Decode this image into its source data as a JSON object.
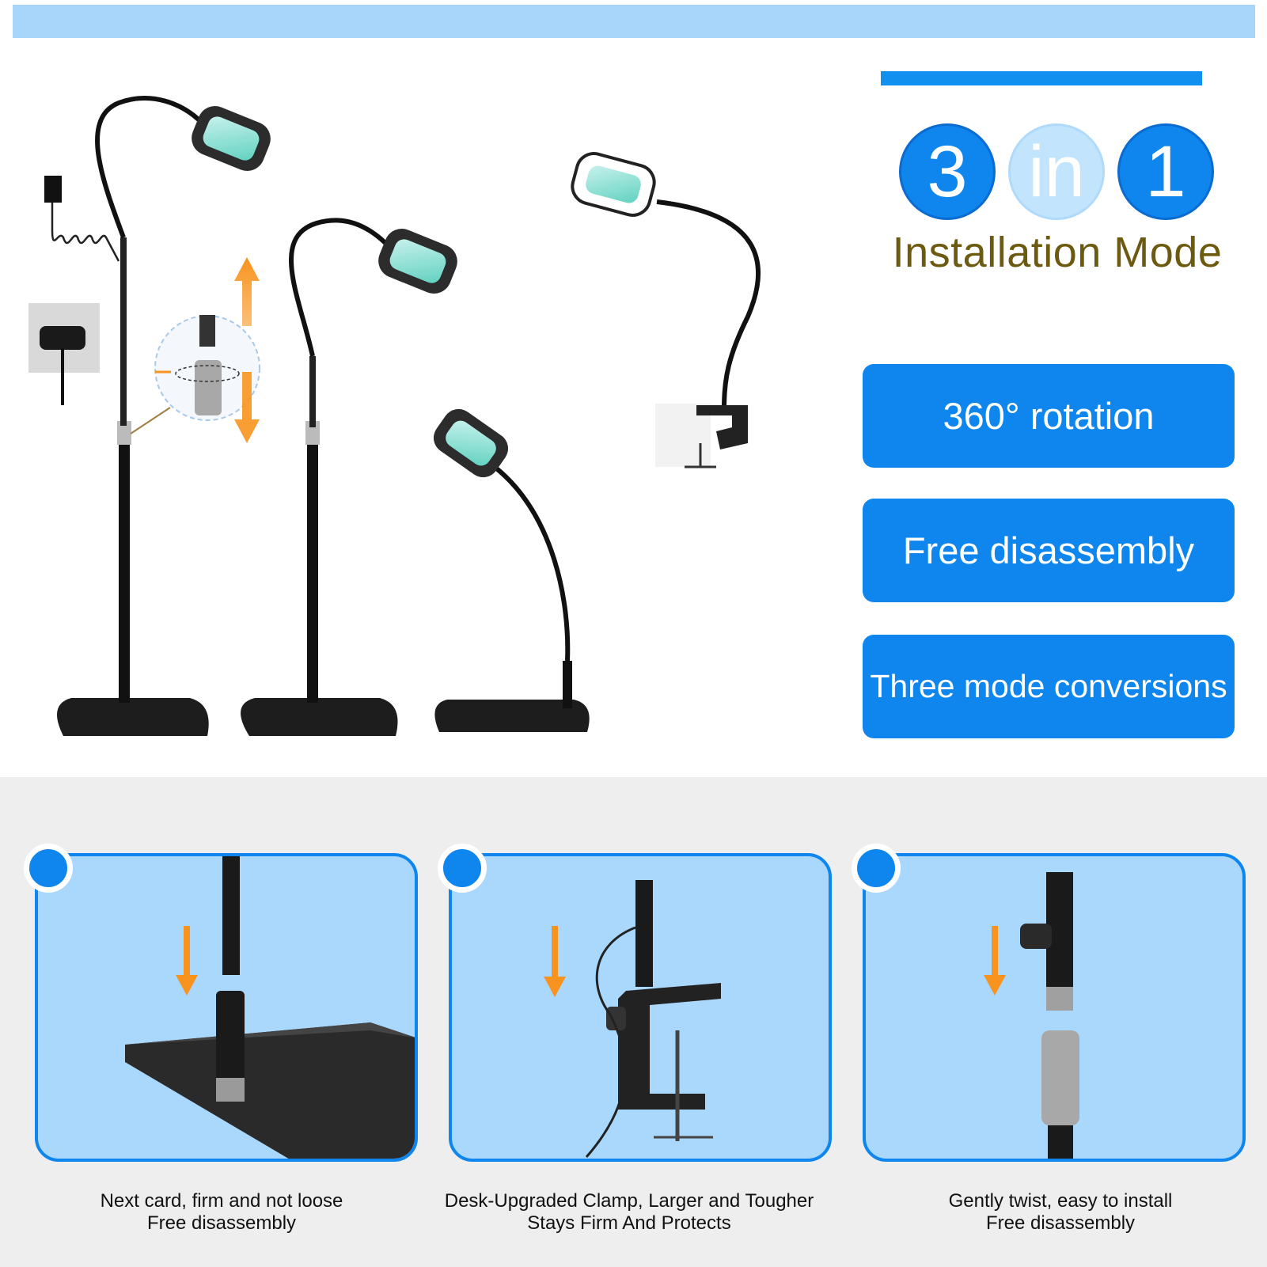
{
  "hero": {
    "badges": [
      "3",
      "in",
      "1"
    ],
    "subtitle": "Installation Mode"
  },
  "features": [
    {
      "label": "360° rotation"
    },
    {
      "label": "Free disassembly"
    },
    {
      "label": "Three mode conversions"
    }
  ],
  "panels": [
    {
      "line1": "Next card, firm and not loose",
      "line2": "Free disassembly"
    },
    {
      "line1": "Desk-Upgraded Clamp, Larger and Tougher",
      "line2": "Stays Firm And Protects"
    },
    {
      "line1": "Gently twist, easy to install",
      "line2": "Free disassembly"
    }
  ],
  "colors": {
    "accent": "#0f86ee",
    "light_blue": "#aad7fc",
    "subtitle": "#6c5a10",
    "arrow": "#f7931e"
  },
  "icons": [
    "magnifier-lamp-icon",
    "arrow-up-down-icon",
    "desk-clamp-icon",
    "arrow-down-icon"
  ]
}
